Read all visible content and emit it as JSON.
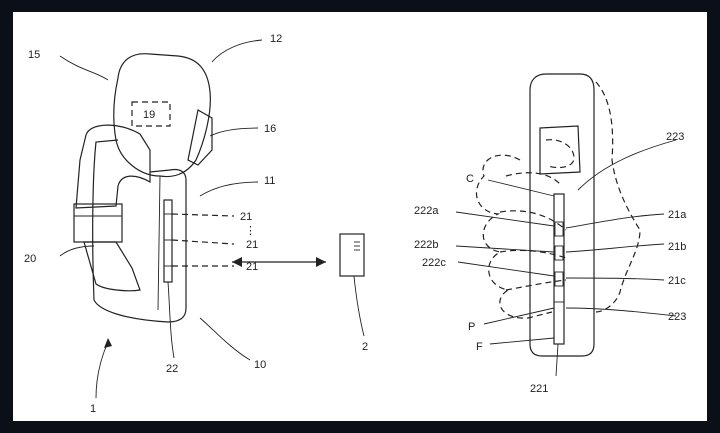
{
  "left_figure": {
    "labels": {
      "ref_1": "1",
      "ref_2": "2",
      "ref_10": "10",
      "ref_11": "11",
      "ref_12": "12",
      "ref_15": "15",
      "ref_16": "16",
      "ref_19": "19",
      "ref_20": "20",
      "ref_21_a": "21",
      "ref_21_b": "21",
      "ref_21_c": "21",
      "ref_22": "22",
      "ellipsis": "⋮"
    }
  },
  "right_figure": {
    "labels": {
      "ref_223_top": "223",
      "ref_C": "C",
      "ref_222a": "222a",
      "ref_222b": "222b",
      "ref_222c": "222c",
      "ref_21a": "21a",
      "ref_21b": "21b",
      "ref_21c": "21c",
      "ref_223_bottom": "223",
      "ref_P": "P",
      "ref_F": "F",
      "ref_221": "221"
    }
  },
  "colors": {
    "frame_background": "#0b0f18",
    "paper": "#ffffff",
    "ink": "#222222"
  }
}
